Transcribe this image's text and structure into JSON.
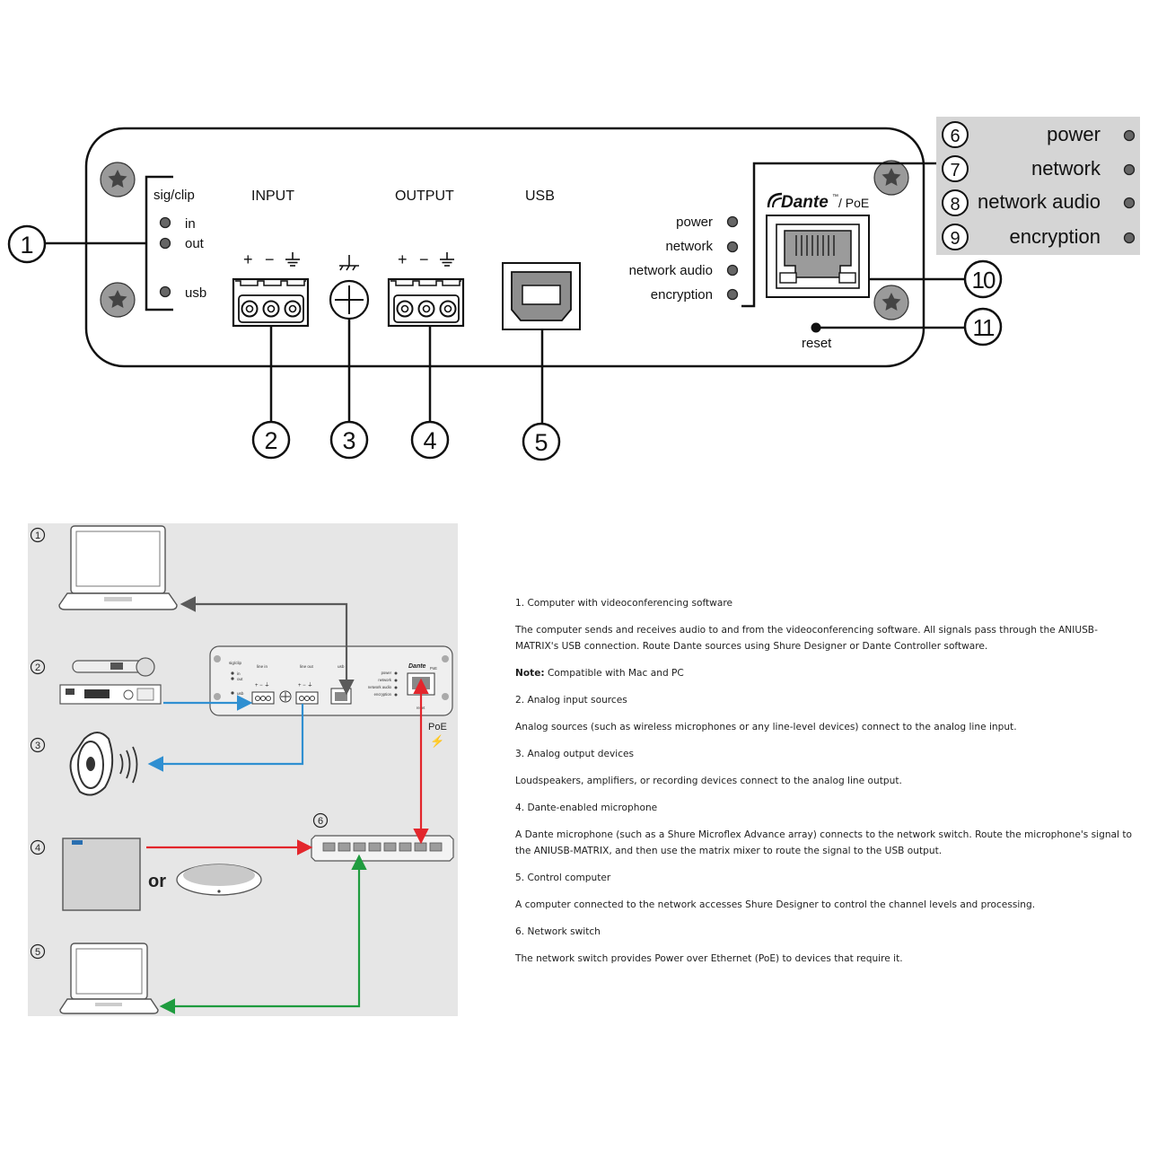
{
  "panel": {
    "sigclip": "sig/clip",
    "led_in": "in",
    "led_out": "out",
    "led_usb": "usb",
    "input": "INPUT",
    "output": "OUTPUT",
    "usb": "USB",
    "pin_plus": "+",
    "pin_minus": "−",
    "status": [
      "power",
      "network",
      "network audio",
      "encryption"
    ],
    "dante": "Dante",
    "tm": "™",
    "poe": "/ PoE",
    "reset": "reset"
  },
  "callouts": [
    "1",
    "2",
    "3",
    "4",
    "5",
    "6",
    "7",
    "8",
    "9",
    "10",
    "11"
  ],
  "legend": [
    {
      "num": "6",
      "label": "power"
    },
    {
      "num": "7",
      "label": "network"
    },
    {
      "num": "8",
      "label": "network audio"
    },
    {
      "num": "9",
      "label": "encryption"
    }
  ],
  "diagram": {
    "nums": [
      "1",
      "2",
      "3",
      "4",
      "5",
      "6"
    ],
    "mini": {
      "sigclip": "sig/clip",
      "in": "in",
      "out": "out",
      "usb": "usb",
      "line_in": "line in",
      "line_out": "line out",
      "usb_label": "usb",
      "status": [
        "power",
        "network",
        "network audio",
        "encryption"
      ],
      "dante": "Dante",
      "poe": "PoE",
      "reset": "reset",
      "pins": "+ − ⏚"
    },
    "or": "or",
    "poe": "PoE",
    "bolt": "⚡"
  },
  "description": [
    {
      "text": "1. Computer with videoconferencing software"
    },
    {
      "text": "The computer sends and receives audio to and from the videoconferencing software. All signals pass through the ANIUSB-MATRIX's USB connection. Route Dante sources using Shure Designer or Dante Controller software."
    },
    {
      "bold": "Note:",
      "text": " Compatible with Mac and PC"
    },
    {
      "text": "2. Analog input sources"
    },
    {
      "text": "Analog sources (such as wireless microphones or any line-level devices) connect to the analog line input."
    },
    {
      "text": "3. Analog output devices"
    },
    {
      "text": "Loudspeakers, amplifiers, or recording devices connect to the analog line output."
    },
    {
      "text": "4. Dante-enabled microphone"
    },
    {
      "text": "A Dante microphone (such as a Shure Microflex Advance array) connects to the network switch. Route the microphone's signal to the ANIUSB-MATRIX, and then use the matrix mixer to route the signal to the USB output."
    },
    {
      "text": "5. Control computer"
    },
    {
      "text": "A computer connected to the network accesses Shure Designer to control the channel levels and processing."
    },
    {
      "text": "6. Network switch"
    },
    {
      "text": "The network switch provides Power over Ethernet (PoE) to devices that require it."
    }
  ],
  "colors": {
    "red": "#e3262c",
    "blue": "#2f8fd1",
    "green": "#1f9c3f",
    "gray": "#5a5a5a",
    "panel_bg": "#e6e6e6"
  }
}
